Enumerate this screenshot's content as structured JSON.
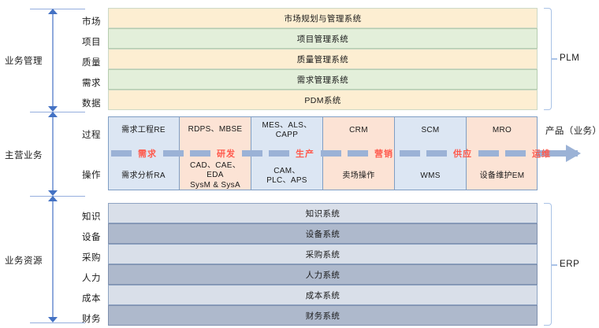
{
  "diagram": {
    "sections": [
      {
        "id": "business-management",
        "group_label": "业务管理",
        "bracket_label": "PLM",
        "rows": [
          {
            "label": "市场",
            "system": "市场规划与管理系统",
            "style": "cream"
          },
          {
            "label": "项目",
            "system": "项目管理系统",
            "style": "green"
          },
          {
            "label": "质量",
            "system": "质量管理系统",
            "style": "cream"
          },
          {
            "label": "需求",
            "system": "需求管理系统",
            "style": "green"
          },
          {
            "label": "数据",
            "system": "PDM系统",
            "style": "cream"
          }
        ]
      },
      {
        "id": "core-business",
        "group_label": "主营业务",
        "row_labels": [
          "过程",
          "操作"
        ],
        "output_label": "产品（业务）",
        "columns": [
          {
            "stage": "需求",
            "process": "需求工程RE",
            "operation": "需求分析RA",
            "style": "blue"
          },
          {
            "stage": "研发",
            "process": "RDPS、MBSE",
            "operation": "CAD、CAE、EDA\nSysM & SysA",
            "style": "peach"
          },
          {
            "stage": "生产",
            "process": "MES、ALS、CAPP",
            "operation": "CAM、\nPLC、APS",
            "style": "blue"
          },
          {
            "stage": "营销",
            "process": "CRM",
            "operation": "卖场操作",
            "style": "peach"
          },
          {
            "stage": "供应",
            "process": "SCM",
            "operation": "WMS",
            "style": "blue"
          },
          {
            "stage": "运维",
            "process": "MRO",
            "operation": "设备维护EM",
            "style": "peach"
          }
        ]
      },
      {
        "id": "business-resources",
        "group_label": "业务资源",
        "bracket_label": "ERP",
        "rows": [
          {
            "label": "知识",
            "system": "知识系统",
            "style": "lgrey"
          },
          {
            "label": "设备",
            "system": "设备系统",
            "style": "dgrey"
          },
          {
            "label": "采购",
            "system": "采购系统",
            "style": "lgrey"
          },
          {
            "label": "人力",
            "system": "人力系统",
            "style": "dgrey"
          },
          {
            "label": "成本",
            "system": "成本系统",
            "style": "lgrey"
          },
          {
            "label": "财务",
            "system": "财务系统",
            "style": "dgrey"
          }
        ]
      }
    ],
    "colors": {
      "cream": "#fdeed2",
      "green": "#e3efda",
      "light_grey_blue": "#d9dfe9",
      "dark_grey_blue": "#aeb9cc",
      "matrix_blue": "#dce6f3",
      "matrix_peach": "#fce3d5",
      "flow_bar": "#9bb2d6",
      "flow_text": "#ff5a4d",
      "arrow_blue": "#4472c4",
      "bracket": "#a9c2e6"
    }
  }
}
